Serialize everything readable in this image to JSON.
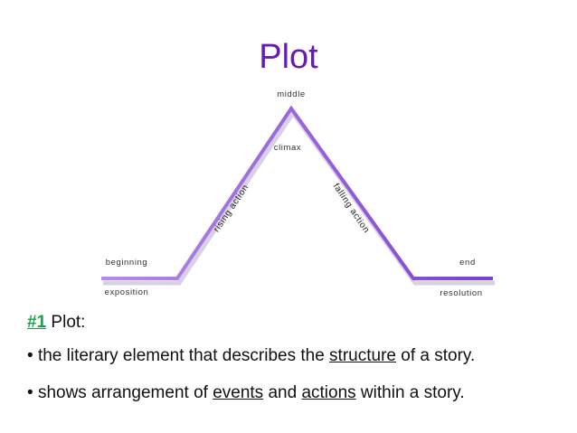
{
  "title": "Plot",
  "diagram": {
    "middle": "middle",
    "climax": "climax",
    "rising": "rising action",
    "falling": "falling action",
    "beginning": "beginning",
    "exposition": "exposition",
    "end": "end",
    "resolution": "resolution",
    "line_color": "#8a4fd6"
  },
  "definition": {
    "number": "#1",
    "heading": " Plot:",
    "bullet_char": "•",
    "b1_pre": "the literary element that describes the ",
    "b1_u": "structure",
    "b1_post": " of a story.",
    "b2_pre": "shows arrangement of ",
    "b2_u1": "events",
    "b2_mid": " and ",
    "b2_u2": "actions",
    "b2_post": " within a story."
  }
}
